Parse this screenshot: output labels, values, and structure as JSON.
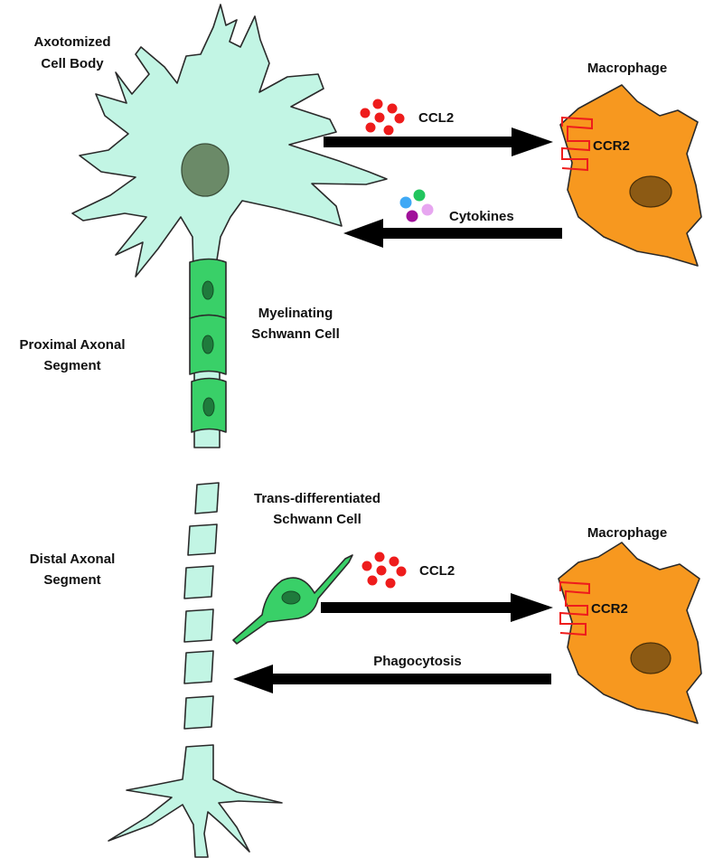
{
  "labels": {
    "axotomized_line1": "Axotomized",
    "axotomized_line2": "Cell Body",
    "macrophage_top": "Macrophage",
    "macrophage_bottom": "Macrophage",
    "ccl2_top": "CCL2",
    "ccl2_bottom": "CCL2",
    "ccr2_top": "CCR2",
    "ccr2_bottom": "CCR2",
    "cytokines": "Cytokines",
    "myelinating_line1": "Myelinating",
    "myelinating_line2": "Schwann Cell",
    "proximal_line1": "Proximal Axonal",
    "proximal_line2": "Segment",
    "trans_line1": "Trans-differentiated",
    "trans_line2": "Schwann Cell",
    "distal_line1": "Distal Axonal",
    "distal_line2": "Segment",
    "phagocytosis": "Phagocytosis"
  },
  "colors": {
    "neuron_fill": "#c2f5e4",
    "nucleus_fill": "#6b8a68",
    "macrophage_fill": "#f7981f",
    "macrophage_nucleus": "#8c5a14",
    "ccl2_dot": "#ee1c1c",
    "receptor": "#ee1c1c",
    "schwann_fill": "#39d068",
    "schwann_nucleus": "#1f7a3c",
    "arrow": "#000000",
    "cytokine_colors": [
      "#3fa9f5",
      "#22c55e",
      "#a0109a",
      "#e7a6f0"
    ]
  }
}
